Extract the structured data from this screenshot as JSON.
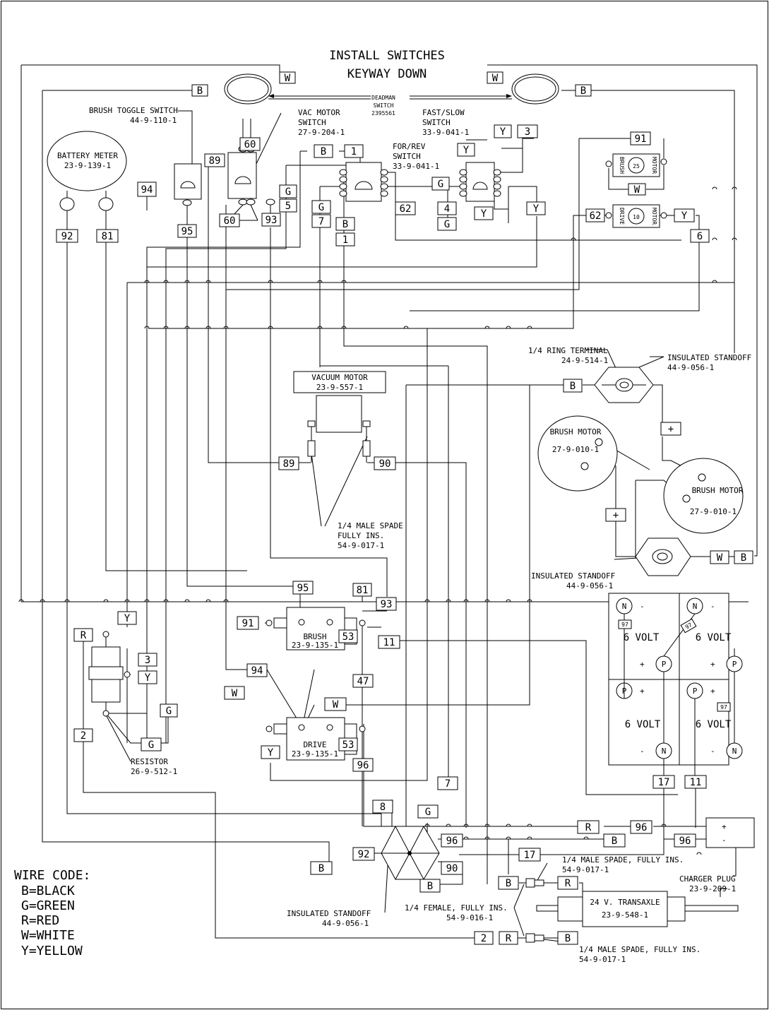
{
  "title": [
    "INSTALL SWITCHES",
    "KEYWAY DOWN"
  ],
  "deadman": [
    "DEADMAN",
    "SWITCH",
    "2395561"
  ],
  "components": {
    "brush_toggle": [
      "BRUSH TOGGLE SWITCH",
      "44-9-110-1"
    ],
    "vac_motor_switch": [
      "VAC MOTOR",
      "SWITCH",
      "27-9-204-1"
    ],
    "for_rev": [
      "FOR/REV",
      "SWITCH",
      "33-9-041-1"
    ],
    "fast_slow": [
      "FAST/SLOW",
      "SWITCH",
      "33-9-041-1"
    ],
    "battery_meter": [
      "BATTERY METER",
      "23-9-139-1"
    ],
    "brush_motor_small": [
      "BRUSH",
      "25",
      "MOTOR"
    ],
    "drive_motor_small": [
      "DRIVE",
      "10",
      "MOTOR"
    ],
    "ring_terminal": [
      "1/4 RING TERMINAL",
      "24-9-514-1"
    ],
    "standoff_top": [
      "INSULATED STANDOFF",
      "44-9-056-1"
    ],
    "vacuum_motor": [
      "VACUUM MOTOR",
      "23-9-557-1"
    ],
    "brush_motor_a": [
      "BRUSH MOTOR",
      "27-9-010-1"
    ],
    "brush_motor_b": [
      "BRUSH MOTOR",
      "27-9-010-1"
    ],
    "male_spade": [
      "1/4 MALE SPADE",
      "FULLY INS.",
      "54-9-017-1"
    ],
    "standoff_mid": [
      "INSULATED STANDOFF",
      "44-9-056-1"
    ],
    "brush_sol": [
      "BRUSH",
      "23-9-135-1"
    ],
    "drive_sol": [
      "DRIVE",
      "23-9-135-1"
    ],
    "resistor": [
      "RESISTOR",
      "26-9-512-1"
    ],
    "standoff_bottom": [
      "INSULATED STANDOFF",
      "44-9-056-1"
    ],
    "male_spade_top": [
      "1/4 MALE SPADE, FULLY INS.",
      "54-9-017-1"
    ],
    "female": [
      "1/4 FEMALE, FULLY INS.",
      "54-9-016-1"
    ],
    "male_spade_bottom": [
      "1/4 MALE SPADE, FULLY INS.",
      "54-9-017-1"
    ],
    "charger_plug": [
      "CHARGER PLUG",
      "23-9-209-1"
    ],
    "transaxle": [
      "24 V. TRANSAXLE",
      "23-9-548-1"
    ]
  },
  "batteries": {
    "volt_label": "6 VOLT",
    "n": "N",
    "p": "P",
    "plus": "+",
    "minus": "-",
    "wire97": "97"
  },
  "charger_signs": [
    "+",
    "-"
  ],
  "wire_code": {
    "title": "WIRE CODE:",
    "entries": [
      "B=BLACK",
      "G=GREEN",
      "R=RED",
      "W=WHITE",
      "Y=YELLOW"
    ]
  },
  "wire_labels": [
    {
      "id": "w_w1",
      "t": "W"
    },
    {
      "id": "w_b1",
      "t": "B"
    },
    {
      "id": "w_w2",
      "t": "W"
    },
    {
      "id": "w_b2",
      "t": "B"
    },
    {
      "id": "w_60a",
      "t": "60"
    },
    {
      "id": "w_89a",
      "t": "89"
    },
    {
      "id": "w_b3",
      "t": "B"
    },
    {
      "id": "w_1a",
      "t": "1"
    },
    {
      "id": "w_y1",
      "t": "Y"
    },
    {
      "id": "w_3a",
      "t": "3"
    },
    {
      "id": "w_y2",
      "t": "Y"
    },
    {
      "id": "w_91a",
      "t": "91"
    },
    {
      "id": "w_94a",
      "t": "94"
    },
    {
      "id": "w_g1",
      "t": "G"
    },
    {
      "id": "w_5a",
      "t": "5"
    },
    {
      "id": "w_g2",
      "t": "G"
    },
    {
      "id": "w_w3",
      "t": "W"
    },
    {
      "id": "w_60b",
      "t": "60"
    },
    {
      "id": "w_93a",
      "t": "93"
    },
    {
      "id": "w_g3",
      "t": "G"
    },
    {
      "id": "w_7a",
      "t": "7"
    },
    {
      "id": "w_b4",
      "t": "B"
    },
    {
      "id": "w_62a",
      "t": "62"
    },
    {
      "id": "w_4a",
      "t": "4"
    },
    {
      "id": "w_y3",
      "t": "Y"
    },
    {
      "id": "w_y4",
      "t": "Y"
    },
    {
      "id": "w_g4",
      "t": "G"
    },
    {
      "id": "w_62b",
      "t": "62"
    },
    {
      "id": "w_y5",
      "t": "Y"
    },
    {
      "id": "w_92a",
      "t": "92"
    },
    {
      "id": "w_81a",
      "t": "81"
    },
    {
      "id": "w_95a",
      "t": "95"
    },
    {
      "id": "w_1b",
      "t": "1"
    },
    {
      "id": "w_6a",
      "t": "6"
    },
    {
      "id": "w_b5",
      "t": "B"
    },
    {
      "id": "w_plus1",
      "t": "+"
    },
    {
      "id": "w_89b",
      "t": "89"
    },
    {
      "id": "w_90a",
      "t": "90"
    },
    {
      "id": "w_plus2",
      "t": "+"
    },
    {
      "id": "w_w4",
      "t": "W"
    },
    {
      "id": "w_b6",
      "t": "B"
    },
    {
      "id": "w_95b",
      "t": "95"
    },
    {
      "id": "w_81b",
      "t": "81"
    },
    {
      "id": "w_93b",
      "t": "93"
    },
    {
      "id": "w_y6",
      "t": "Y"
    },
    {
      "id": "w_r1",
      "t": "R"
    },
    {
      "id": "w_91b",
      "t": "91"
    },
    {
      "id": "w_53a",
      "t": "53"
    },
    {
      "id": "w_11a",
      "t": "11"
    },
    {
      "id": "w_3b",
      "t": "3"
    },
    {
      "id": "w_y7",
      "t": "Y"
    },
    {
      "id": "w_94b",
      "t": "94"
    },
    {
      "id": "w_47a",
      "t": "47"
    },
    {
      "id": "w_w5",
      "t": "W"
    },
    {
      "id": "w_w6",
      "t": "W"
    },
    {
      "id": "w_g5",
      "t": "G"
    },
    {
      "id": "w_2a",
      "t": "2"
    },
    {
      "id": "w_g6",
      "t": "G"
    },
    {
      "id": "w_y8",
      "t": "Y"
    },
    {
      "id": "w_53b",
      "t": "53"
    },
    {
      "id": "w_96a",
      "t": "96"
    },
    {
      "id": "w_17a",
      "t": "17"
    },
    {
      "id": "w_11b",
      "t": "11"
    },
    {
      "id": "w_7b",
      "t": "7"
    },
    {
      "id": "w_8a",
      "t": "8"
    },
    {
      "id": "w_g7",
      "t": "G"
    },
    {
      "id": "w_r2",
      "t": "R"
    },
    {
      "id": "w_96b",
      "t": "96"
    },
    {
      "id": "w_96c",
      "t": "96"
    },
    {
      "id": "w_b7",
      "t": "B"
    },
    {
      "id": "w_96d",
      "t": "96"
    },
    {
      "id": "w_92b",
      "t": "92"
    },
    {
      "id": "w_b8",
      "t": "B"
    },
    {
      "id": "w_17b",
      "t": "17"
    },
    {
      "id": "w_90b",
      "t": "90"
    },
    {
      "id": "w_b9",
      "t": "B"
    },
    {
      "id": "w_b10",
      "t": "B"
    },
    {
      "id": "w_r3",
      "t": "R"
    },
    {
      "id": "w_2b",
      "t": "2"
    },
    {
      "id": "w_r4",
      "t": "R"
    },
    {
      "id": "w_b11",
      "t": "B"
    }
  ]
}
